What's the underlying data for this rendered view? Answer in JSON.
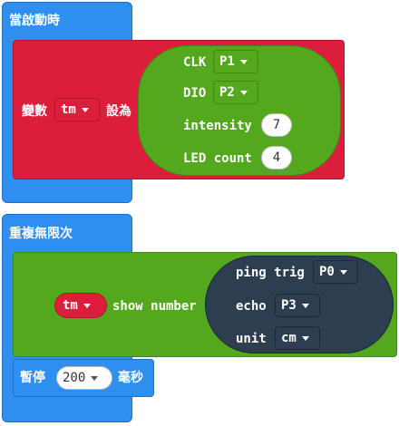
{
  "on_start": {
    "label": "當啟動時",
    "set_block": {
      "var_label": "變數",
      "var_name": "tm",
      "set_label": "設為",
      "call": {
        "clk_label": "CLK",
        "clk_value": "P1",
        "dio_label": "DIO",
        "dio_value": "P2",
        "intensity_label": "intensity",
        "intensity_value": "7",
        "led_count_label": "LED count",
        "led_count_value": "4"
      }
    }
  },
  "forever": {
    "label": "重複無限次",
    "show_number": {
      "var_name": "tm",
      "label": "show number",
      "ping": {
        "trig_label": "ping trig",
        "trig_value": "P0",
        "echo_label": "echo",
        "echo_value": "P3",
        "unit_label": "unit",
        "unit_value": "cm"
      }
    },
    "pause": {
      "label": "暫停",
      "value": "200",
      "unit": "毫秒"
    }
  },
  "colors": {
    "event_blue": "#2f8ff0",
    "variable_red": "#dc1e3c",
    "extension_green": "#54a81e",
    "sensor_dark": "#2d3e50"
  }
}
